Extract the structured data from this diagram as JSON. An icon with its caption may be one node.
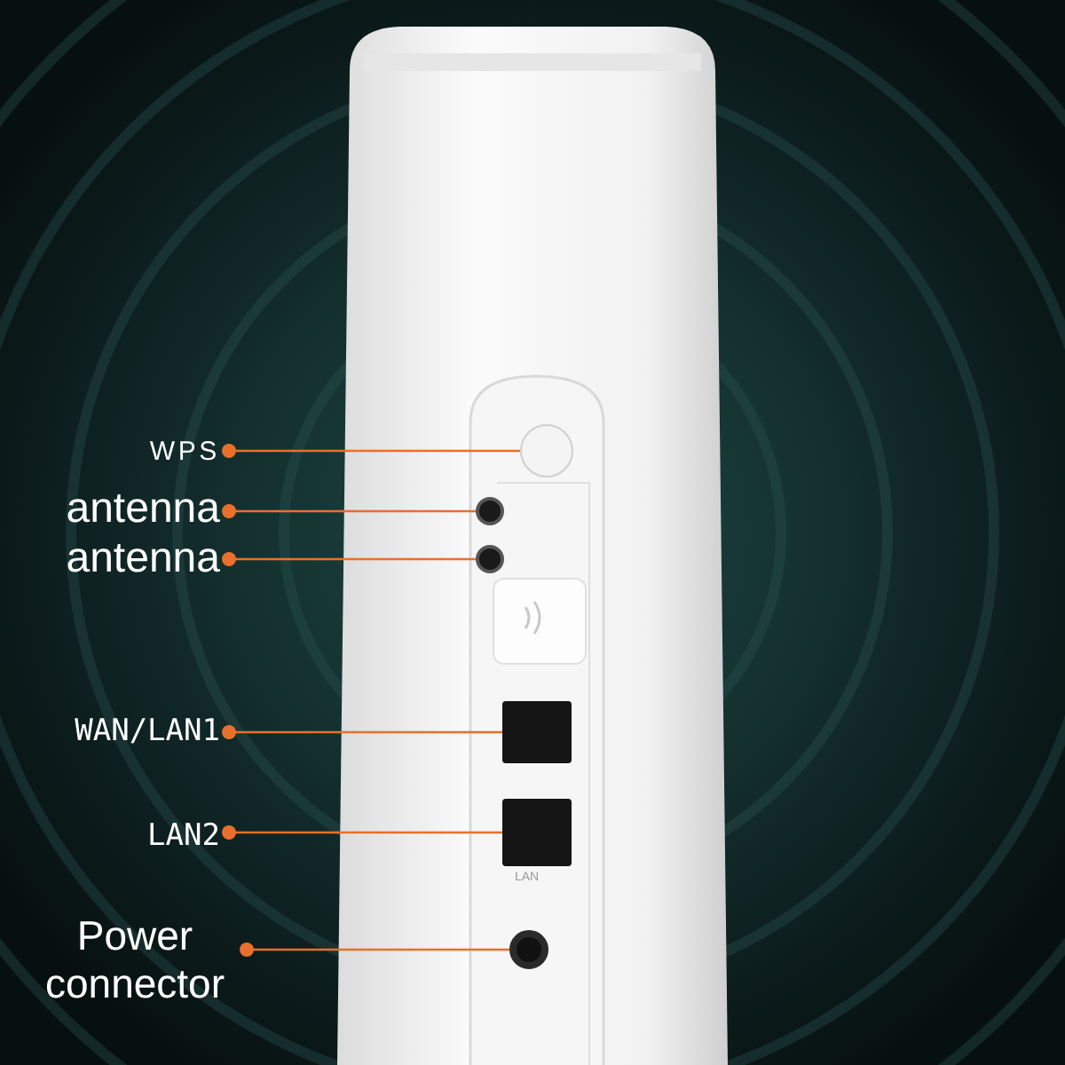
{
  "diagram": {
    "nodes": [
      {
        "text": [
          "WPS"
        ]
      },
      {
        "text": [
          "antenna"
        ]
      },
      {
        "text": [
          "antenna"
        ]
      },
      {
        "text": [
          "WAN/LAN1"
        ]
      },
      {
        "text": [
          "LAN2"
        ]
      },
      {
        "text": [
          "Power connector"
        ]
      },
      {
        "text": [],
        "shape": "circle"
      },
      {
        "text": [],
        "shape": "circle"
      },
      {
        "text": [],
        "shape": "circle"
      },
      {
        "text": [],
        "shape": "box"
      },
      {
        "text": [],
        "shape": "box"
      },
      {
        "text": [],
        "shape": "circle"
      }
    ],
    "edges": [
      {
        "from": 0,
        "to": 6,
        "arrow": "other"
      },
      {
        "from": 1,
        "to": 7,
        "arrow": "other"
      },
      {
        "from": 2,
        "to": 8,
        "arrow": "other"
      },
      {
        "from": 3,
        "to": 9,
        "arrow": "other"
      },
      {
        "from": 4,
        "to": 10,
        "arrow": "other"
      },
      {
        "from": 5,
        "to": 11,
        "arrow": "other"
      }
    ],
    "labels": [
      "LAN"
    ]
  }
}
